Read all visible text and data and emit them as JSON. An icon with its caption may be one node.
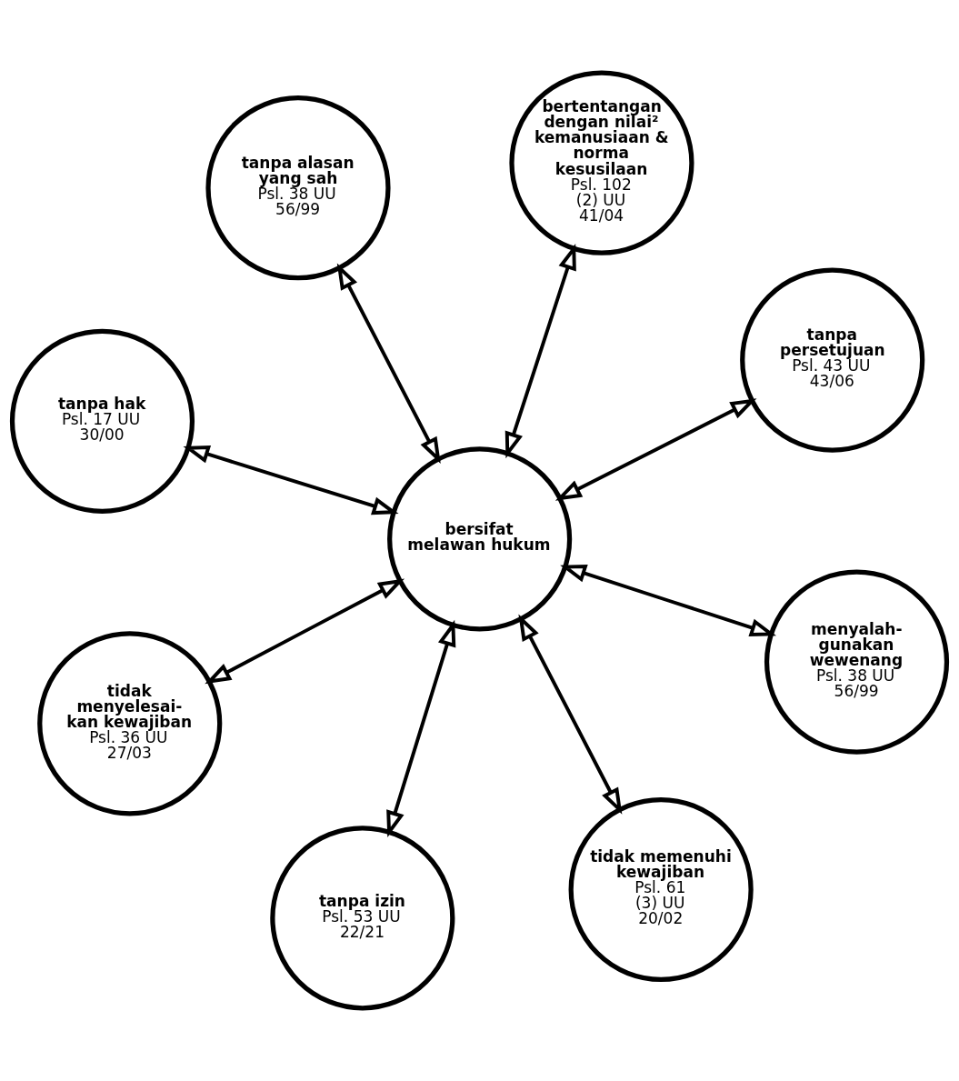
{
  "diagram": {
    "nodes": [
      {
        "text": [
          "tanpa hak",
          "Psl. 17 UU 30/00"
        ]
      },
      {
        "text": [
          "tanpa persetujuan",
          "Psl. 43 UU 43/06"
        ]
      },
      {
        "text": [
          "tanpa izin",
          "Psl. 53 UU 22/21"
        ]
      },
      {
        "text": [
          "bersifat melawan hukum"
        ]
      },
      {
        "text": [
          "bertentangan dengan nilai² kemanusiaan & norma kesusilaan",
          "Psl. 102 (2) UU 41/04"
        ]
      },
      {
        "text": [
          "tanpa alasan yang sah",
          "Psl. 38 UU 56/99"
        ]
      },
      {
        "text": [
          "tidak menyelesai- kan kewajiban",
          "Psl. 36 UU 27/03"
        ]
      },
      {
        "text": [
          "menyalah- gunakan wewenang",
          "Psl. 38 UU 56/99"
        ]
      },
      {
        "text": [
          "tidak memenuhi kewajiban",
          "Psl. 61 (3) UU 20/02"
        ]
      }
    ],
    "edges": [
      {
        "from": 3,
        "to": 0,
        "arrow": "both"
      },
      {
        "from": 3,
        "to": 2,
        "arrow": "both"
      },
      {
        "from": 3,
        "to": 5,
        "arrow": "both"
      },
      {
        "from": 3,
        "to": 7,
        "arrow": "both"
      },
      {
        "from": 3,
        "to": 8,
        "arrow": "both"
      },
      {
        "from": 3,
        "to": 6,
        "arrow": "both"
      },
      {
        "from": 3,
        "to": 4,
        "arrow": "both"
      },
      {
        "from": 3,
        "to": 1,
        "arrow": "both"
      }
    ]
  }
}
